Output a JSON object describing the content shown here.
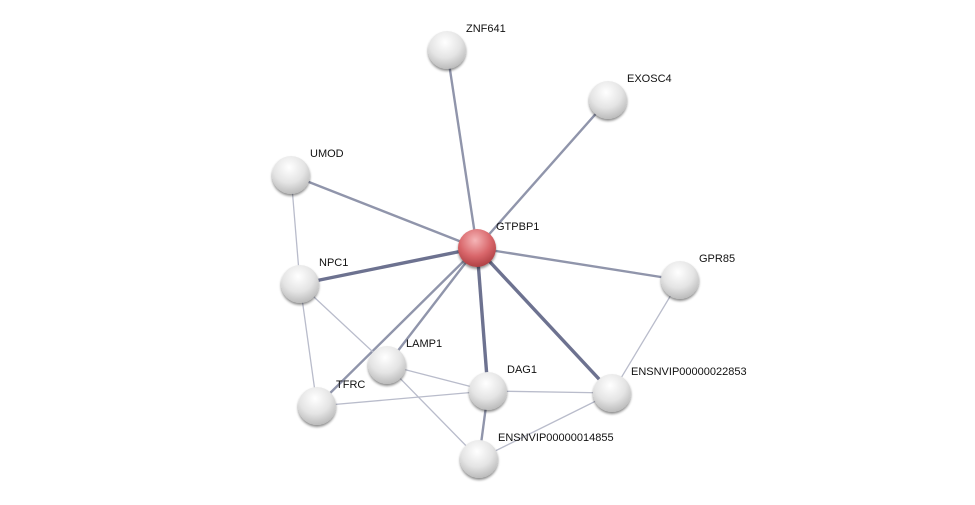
{
  "network": {
    "query_color": "#d9676b",
    "node_color": "#e6e6e6",
    "edge_color": "#7a7f98",
    "nodes": [
      {
        "id": "ZNF641",
        "label": "ZNF641",
        "query": false
      },
      {
        "id": "EXOSC4",
        "label": "EXOSC4",
        "query": false
      },
      {
        "id": "UMOD",
        "label": "UMOD",
        "query": false
      },
      {
        "id": "GTPBP1",
        "label": "GTPBP1",
        "query": true
      },
      {
        "id": "NPC1",
        "label": "NPC1",
        "query": false
      },
      {
        "id": "GPR85",
        "label": "GPR85",
        "query": false
      },
      {
        "id": "LAMP1",
        "label": "LAMP1",
        "query": false
      },
      {
        "id": "DAG1",
        "label": "DAG1",
        "query": false
      },
      {
        "id": "TFRC",
        "label": "TFRC",
        "query": false
      },
      {
        "id": "ENSNVIP00000022853",
        "label": "ENSNVIP00000022853",
        "query": false
      },
      {
        "id": "ENSNVIP00000014855",
        "label": "ENSNVIP00000014855",
        "query": false
      }
    ],
    "edges": [
      {
        "source": "GTPBP1",
        "target": "ZNF641",
        "strength": 2
      },
      {
        "source": "GTPBP1",
        "target": "EXOSC4",
        "strength": 2
      },
      {
        "source": "GTPBP1",
        "target": "UMOD",
        "strength": 2
      },
      {
        "source": "GTPBP1",
        "target": "NPC1",
        "strength": 3
      },
      {
        "source": "GTPBP1",
        "target": "GPR85",
        "strength": 2
      },
      {
        "source": "GTPBP1",
        "target": "LAMP1",
        "strength": 2
      },
      {
        "source": "GTPBP1",
        "target": "TFRC",
        "strength": 2
      },
      {
        "source": "GTPBP1",
        "target": "DAG1",
        "strength": 3
      },
      {
        "source": "GTPBP1",
        "target": "ENSNVIP00000022853",
        "strength": 3
      },
      {
        "source": "UMOD",
        "target": "NPC1",
        "strength": 1
      },
      {
        "source": "NPC1",
        "target": "TFRC",
        "strength": 1
      },
      {
        "source": "NPC1",
        "target": "LAMP1",
        "strength": 1
      },
      {
        "source": "LAMP1",
        "target": "DAG1",
        "strength": 1
      },
      {
        "source": "LAMP1",
        "target": "ENSNVIP00000014855",
        "strength": 1
      },
      {
        "source": "TFRC",
        "target": "DAG1",
        "strength": 1
      },
      {
        "source": "DAG1",
        "target": "ENSNVIP00000022853",
        "strength": 1
      },
      {
        "source": "DAG1",
        "target": "ENSNVIP00000014855",
        "strength": 2
      },
      {
        "source": "ENSNVIP00000022853",
        "target": "GPR85",
        "strength": 1
      },
      {
        "source": "ENSNVIP00000022853",
        "target": "ENSNVIP00000014855",
        "strength": 1
      }
    ]
  }
}
